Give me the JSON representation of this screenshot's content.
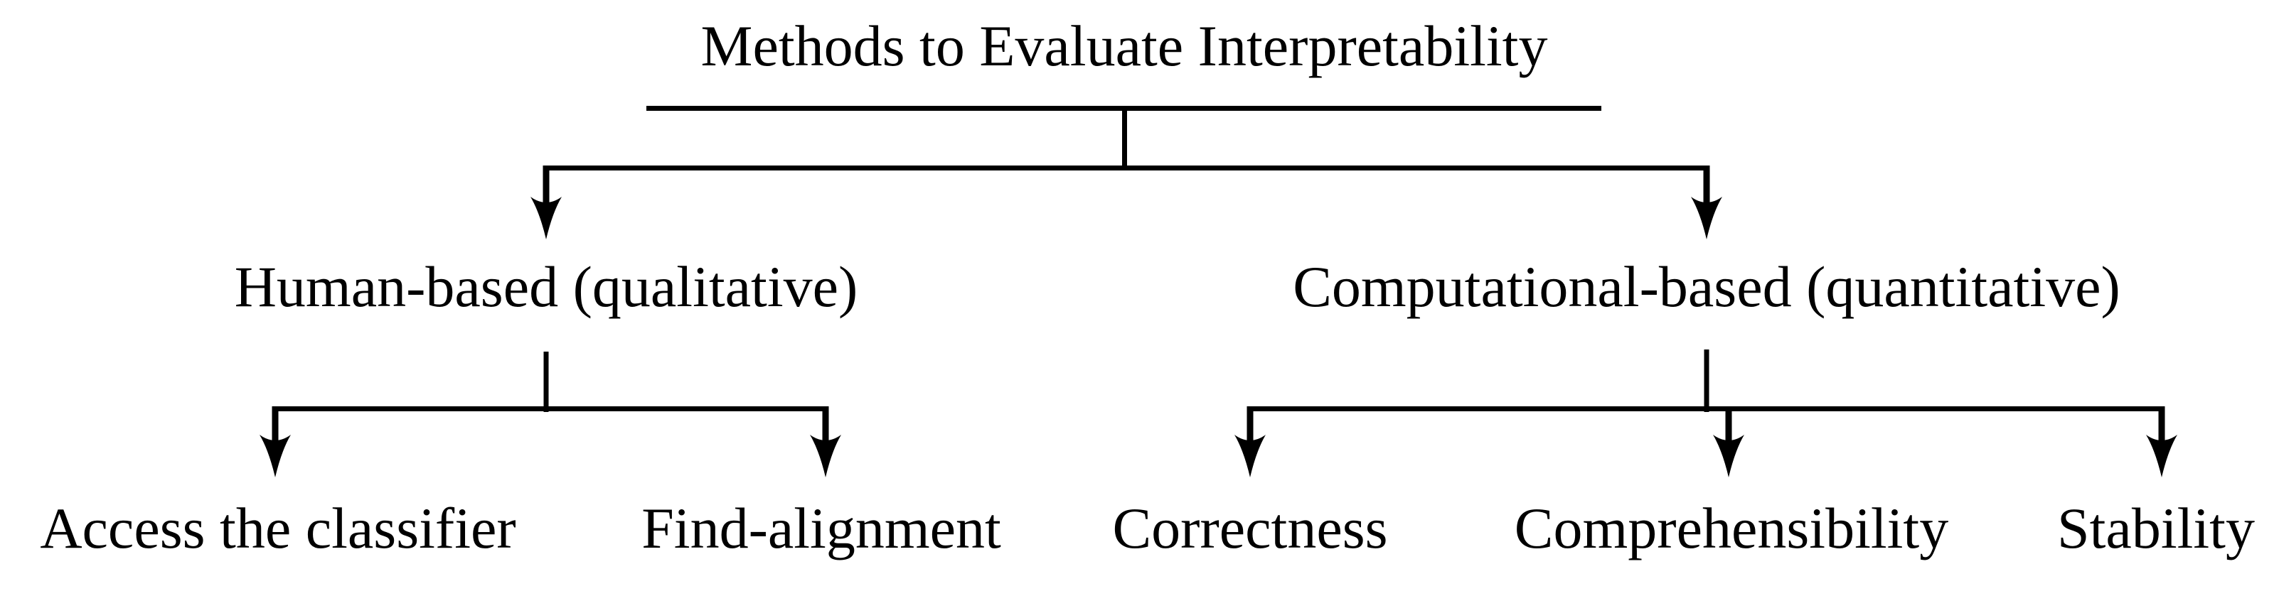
{
  "diagram": {
    "title": "Methods to Evaluate Interpretability",
    "background_color": "#ffffff",
    "ink_color": "#000000",
    "root": {
      "label": "Methods to Evaluate Interpretability"
    },
    "branches": [
      {
        "label": "Human-based (qualitative)",
        "children": [
          {
            "label": "Access the classifier"
          },
          {
            "label": "Find-alignment"
          }
        ]
      },
      {
        "label": "Computational-based (quantitative)",
        "children": [
          {
            "label": "Correctness"
          },
          {
            "label": "Comprehensibility"
          },
          {
            "label": "Stability"
          }
        ]
      }
    ]
  }
}
